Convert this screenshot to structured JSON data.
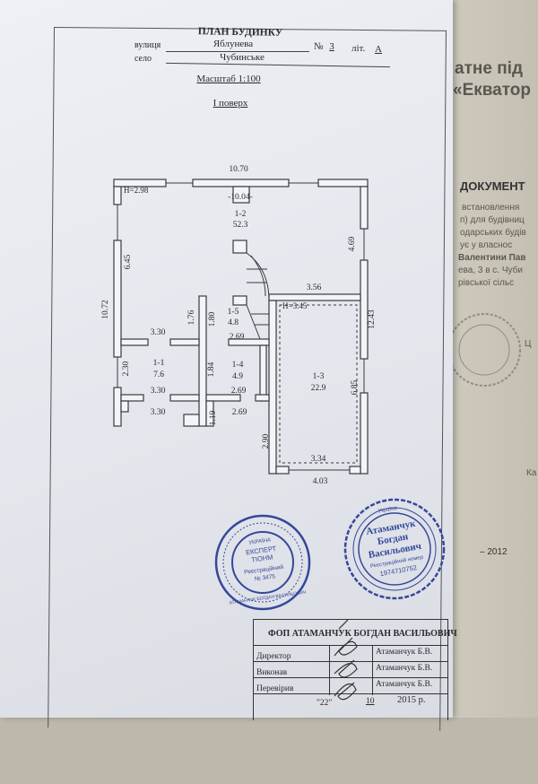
{
  "header": {
    "title": "ПЛАН БУДИНКУ",
    "street_label": "вулиця",
    "street": "Яблунева",
    "number_label": "№",
    "number": "3",
    "letter_label": "літ.",
    "letter": "А",
    "village_label": "село",
    "village": "Чубинське",
    "scale": "Масштаб 1:100",
    "floor": "I поверх"
  },
  "plan": {
    "dimensions": [
      "10.70",
      "H=2.98",
      "-10.04-",
      "6.45",
      "4.69",
      "3.56",
      "10.72",
      "1.76",
      "1.80",
      "H=3.45",
      "12.43",
      "3.30",
      "2.69",
      "2.30",
      "1.84",
      "6.85",
      "3.30",
      "2.69",
      "3.30",
      "2.69",
      "1.19",
      "2.90",
      "3.34",
      "4.03"
    ],
    "rooms": [
      {
        "id": "1-2",
        "area": "52.3"
      },
      {
        "id": "1-5",
        "area": "4.8"
      },
      {
        "id": "1-1",
        "area": "7.6"
      },
      {
        "id": "1-4",
        "area": "4.9"
      },
      {
        "id": "1-3",
        "area": "22.9"
      }
    ]
  },
  "stamps": {
    "left": {
      "line1": "УКРАЇНА",
      "line2": "ЕКСПЕРТ",
      "line3": "ТІОНМ",
      "line4": "Реєстраційний",
      "line5": "№ 3475",
      "ring": "АТАМАНЧУК БОГДАН ВАСИЛЬОВИЧ"
    },
    "right": {
      "line1": "Атаманчук",
      "line2": "Богдан",
      "line3": "Васильович",
      "line4": "Реєстраційний номер",
      "line5": "1974710752",
      "ring": "Україна"
    },
    "color": "#34489a"
  },
  "title_block": {
    "company": "ФОП АТАМАНЧУК БОГДАН ВАСИЛЬОВИЧ",
    "rows": [
      {
        "role": "Директор",
        "name": "Атаманчук Б.В."
      },
      {
        "role": "Виконав",
        "name": "Атаманчук Б.В."
      },
      {
        "role": "Перевірив",
        "name": "Атаманчук Б.В."
      }
    ],
    "date_day": "\"22\"",
    "date_month": "10",
    "date_year": "2015 р."
  },
  "background_doc": {
    "heading1": "атне під",
    "heading2": "«Екватор",
    "title": "ДОКУМЕНТ",
    "lines": [
      "встановлення",
      "п) для будівниц",
      "одарських будів",
      "ує у власнос",
      "Валентини Пав",
      "ева, 3 в с. Чуби",
      "рівської сільс"
    ],
    "side1": "Ц",
    "side2": "Ка",
    "year": "– 2012"
  }
}
